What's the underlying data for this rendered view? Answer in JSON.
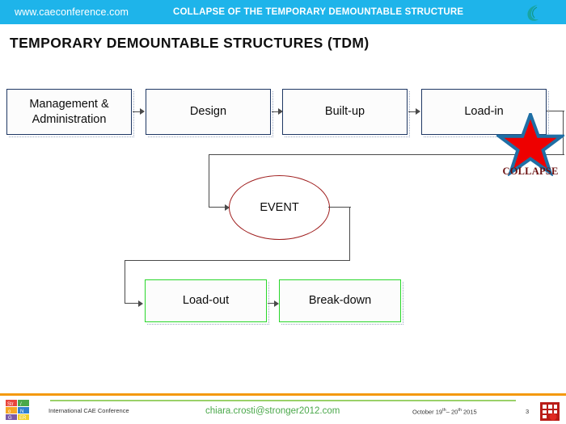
{
  "header": {
    "url": "www.caeconference.com",
    "title": "COLLAPSE OF THE TEMPORARY DEMOUNTABLE STRUCTURE",
    "logo_icon": "crescent-leaf-logo",
    "bg_color": "#1eb4ea",
    "text_color": "#ffffff"
  },
  "slide": {
    "title": "TEMPORARY  DEMOUNTABLE STRUCTURES (TDM)"
  },
  "flow": {
    "nodes": [
      {
        "id": "management",
        "label": "Management &\nAdministration",
        "shape": "rect",
        "border_color": "#1f3864"
      },
      {
        "id": "design",
        "label": "Design",
        "shape": "rect",
        "border_color": "#1f3864"
      },
      {
        "id": "built-up",
        "label": "Built-up",
        "shape": "rect",
        "border_color": "#1f3864"
      },
      {
        "id": "load-in",
        "label": "Load-in",
        "shape": "rect",
        "border_color": "#1f3864"
      },
      {
        "id": "event",
        "label": "EVENT",
        "shape": "ellipse",
        "border_color": "#9e1b1b"
      },
      {
        "id": "load-out",
        "label": "Load-out",
        "shape": "rect",
        "border_color": "#29d72a"
      },
      {
        "id": "break-down",
        "label": "Break-down",
        "shape": "rect",
        "border_color": "#29d72a"
      }
    ],
    "edges": [
      {
        "from": "management",
        "to": "design"
      },
      {
        "from": "design",
        "to": "built-up"
      },
      {
        "from": "built-up",
        "to": "load-in"
      },
      {
        "from": "load-in",
        "to": "event"
      },
      {
        "from": "event",
        "to": "load-out"
      },
      {
        "from": "load-out",
        "to": "break-down"
      }
    ],
    "annotation": {
      "label": "COLLAPSE",
      "icon": "red-star-icon",
      "fill_color": "#ee0000",
      "stroke_color": "#1f6fa5",
      "text_color": "#6b1111"
    }
  },
  "footer": {
    "left_logo_icon": "stronger2012-logo",
    "conference": "International CAE Conference",
    "email": "chiara.crosti@stronger2012.com",
    "date_prefix": "October 19",
    "date_sup1": "th",
    "date_mid": "– 20",
    "date_sup2": "th",
    "date_suffix": " 2015",
    "page_number": "3",
    "right_logo_icon": "red-square-logo",
    "rule_orange": "#f4990b",
    "rule_green": "#9ad169",
    "email_color": "#4aa84a"
  }
}
